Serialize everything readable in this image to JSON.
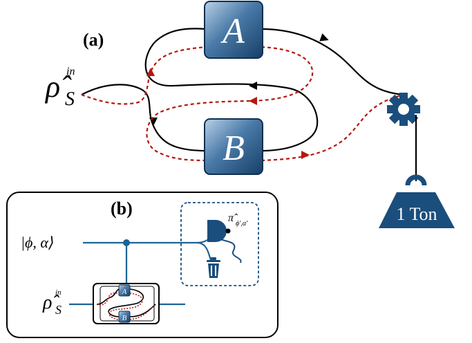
{
  "panel_a": {
    "label": "(a)",
    "input_state": {
      "symbol": "ρ̂",
      "subscript": "S",
      "superscript": "in"
    },
    "box_top": "A",
    "box_bottom": "B",
    "weight_label": "1 Ton",
    "gear_icon": "gear-icon",
    "weight_icon": "weight-icon"
  },
  "panel_b": {
    "label": "(b)",
    "control_state": "|ϕ, α⟩",
    "input_state": {
      "symbol": "ρ̂",
      "subscript": "S",
      "superscript": "in"
    },
    "measurement": {
      "symbol": "π̂",
      "subscript": "ϕ′,α′"
    },
    "mini_box_top": "A",
    "mini_box_bottom": "B",
    "trash_icon": "trash-icon",
    "detector_icon": "detector-icon"
  },
  "colors": {
    "path_black": "#000000",
    "path_red": "#b5180f",
    "box_dark": "#1d4f7c",
    "box_light": "#7aa3c8",
    "gear": "#1a4e7d",
    "wire": "#1a6494"
  }
}
